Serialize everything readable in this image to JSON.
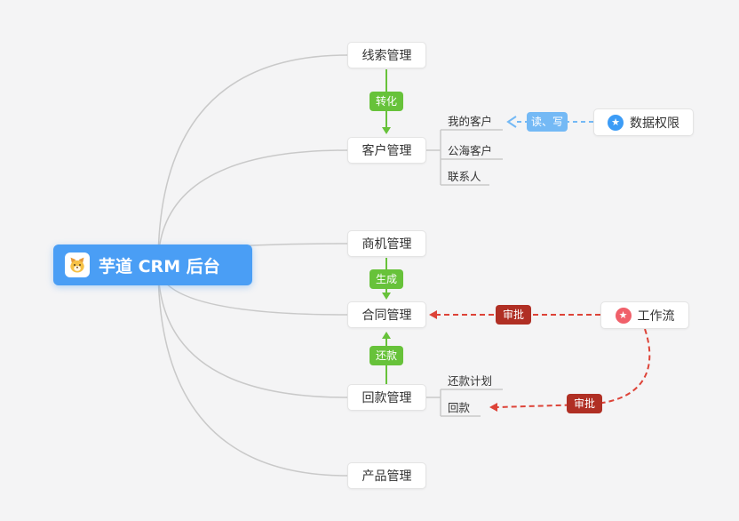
{
  "root": {
    "label": "芋道 CRM 后台",
    "icon": "dog-icon"
  },
  "main_nodes": [
    {
      "label": "线索管理"
    },
    {
      "label": "客户管理"
    },
    {
      "label": "商机管理"
    },
    {
      "label": "合同管理"
    },
    {
      "label": "回款管理"
    },
    {
      "label": "产品管理"
    }
  ],
  "customer_children": [
    {
      "label": "我的客户"
    },
    {
      "label": "公海客户"
    },
    {
      "label": "联系人"
    }
  ],
  "receivable_children": [
    {
      "label": "还款计划"
    },
    {
      "label": "回款"
    }
  ],
  "edge_badges": {
    "convert": "转化",
    "generate": "生成",
    "repay": "还款",
    "read_write": "读、写",
    "approve_contract": "审批",
    "approve_receivable": "审批"
  },
  "feature_nodes": {
    "data_permission": {
      "label": "数据权限",
      "icon": "star-icon"
    },
    "workflow": {
      "label": "工作流",
      "icon": "star-icon"
    }
  },
  "colors": {
    "bg": "#f4f4f5",
    "root-bg": "#4a9ef5",
    "node-border": "#e4e4e4",
    "text-color": "#333333",
    "line-gray": "#c9c9c9",
    "green": "#67c23a",
    "blue": "#74b9f5",
    "red-badge": "#b02f24",
    "red-line": "#dd4338",
    "star-blue": "#3c9cf6",
    "star-pink": "#f0606a"
  }
}
